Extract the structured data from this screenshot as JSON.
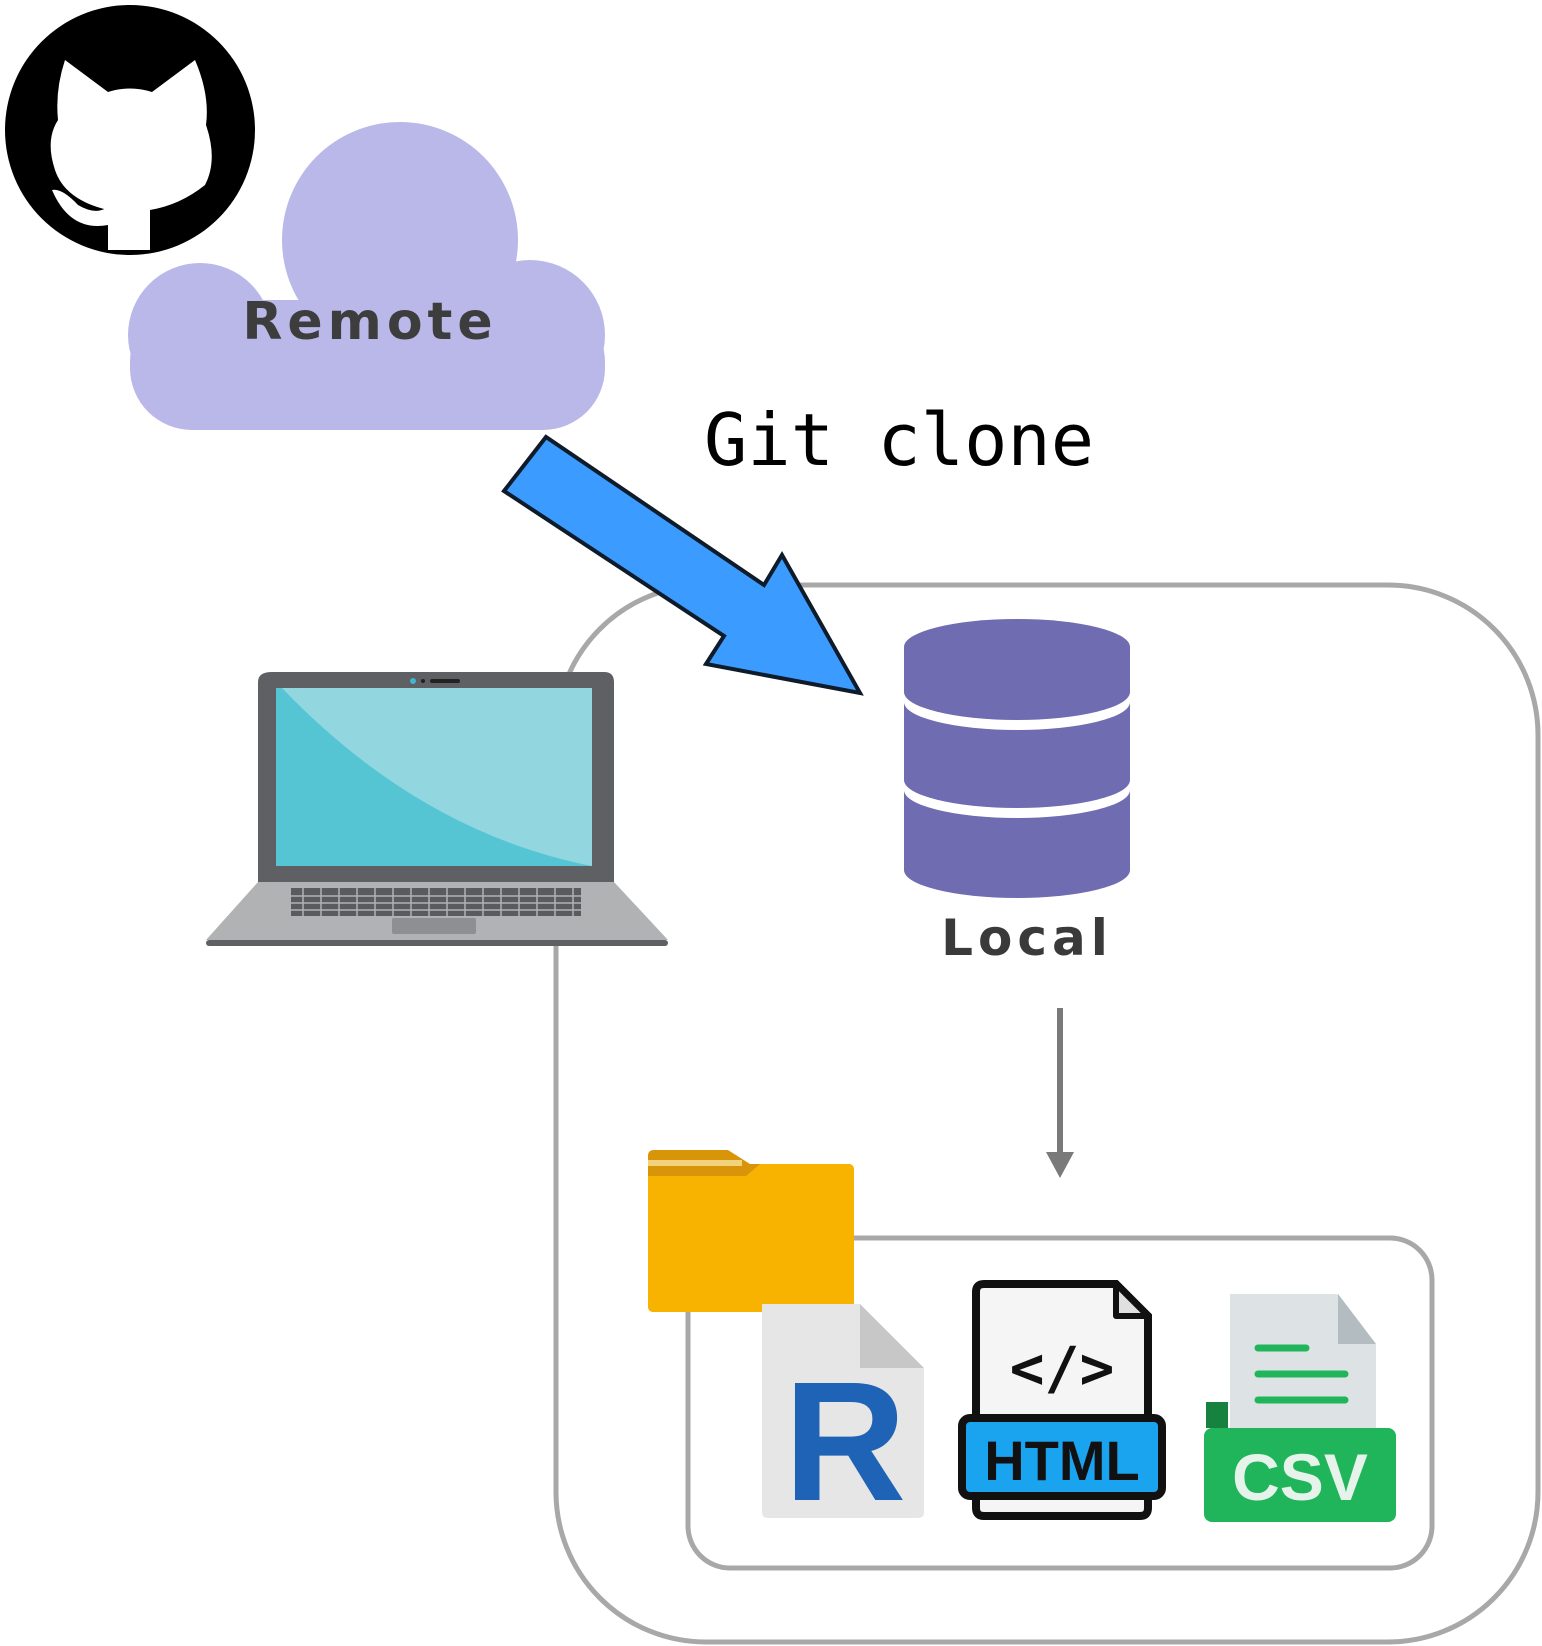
{
  "remote": {
    "label": "Remote",
    "icon": "github-icon",
    "cloud_color": "#b9b8e9"
  },
  "action": {
    "label": "Git clone",
    "arrow_color": "#3b9bff"
  },
  "local": {
    "label": "Local",
    "icon": "database-icon",
    "db_color": "#6f6cb1"
  },
  "device": {
    "icon": "laptop-icon"
  },
  "files": {
    "folder_icon": "folder-icon",
    "items": [
      {
        "icon": "r-file-icon",
        "badge": "R",
        "color": "#1e63b5"
      },
      {
        "icon": "html-file-icon",
        "badge": "HTML",
        "color": "#1aa3ef"
      },
      {
        "icon": "csv-file-icon",
        "badge": "CSV",
        "color": "#21b55b"
      }
    ],
    "html_code_glyph": "</>"
  }
}
